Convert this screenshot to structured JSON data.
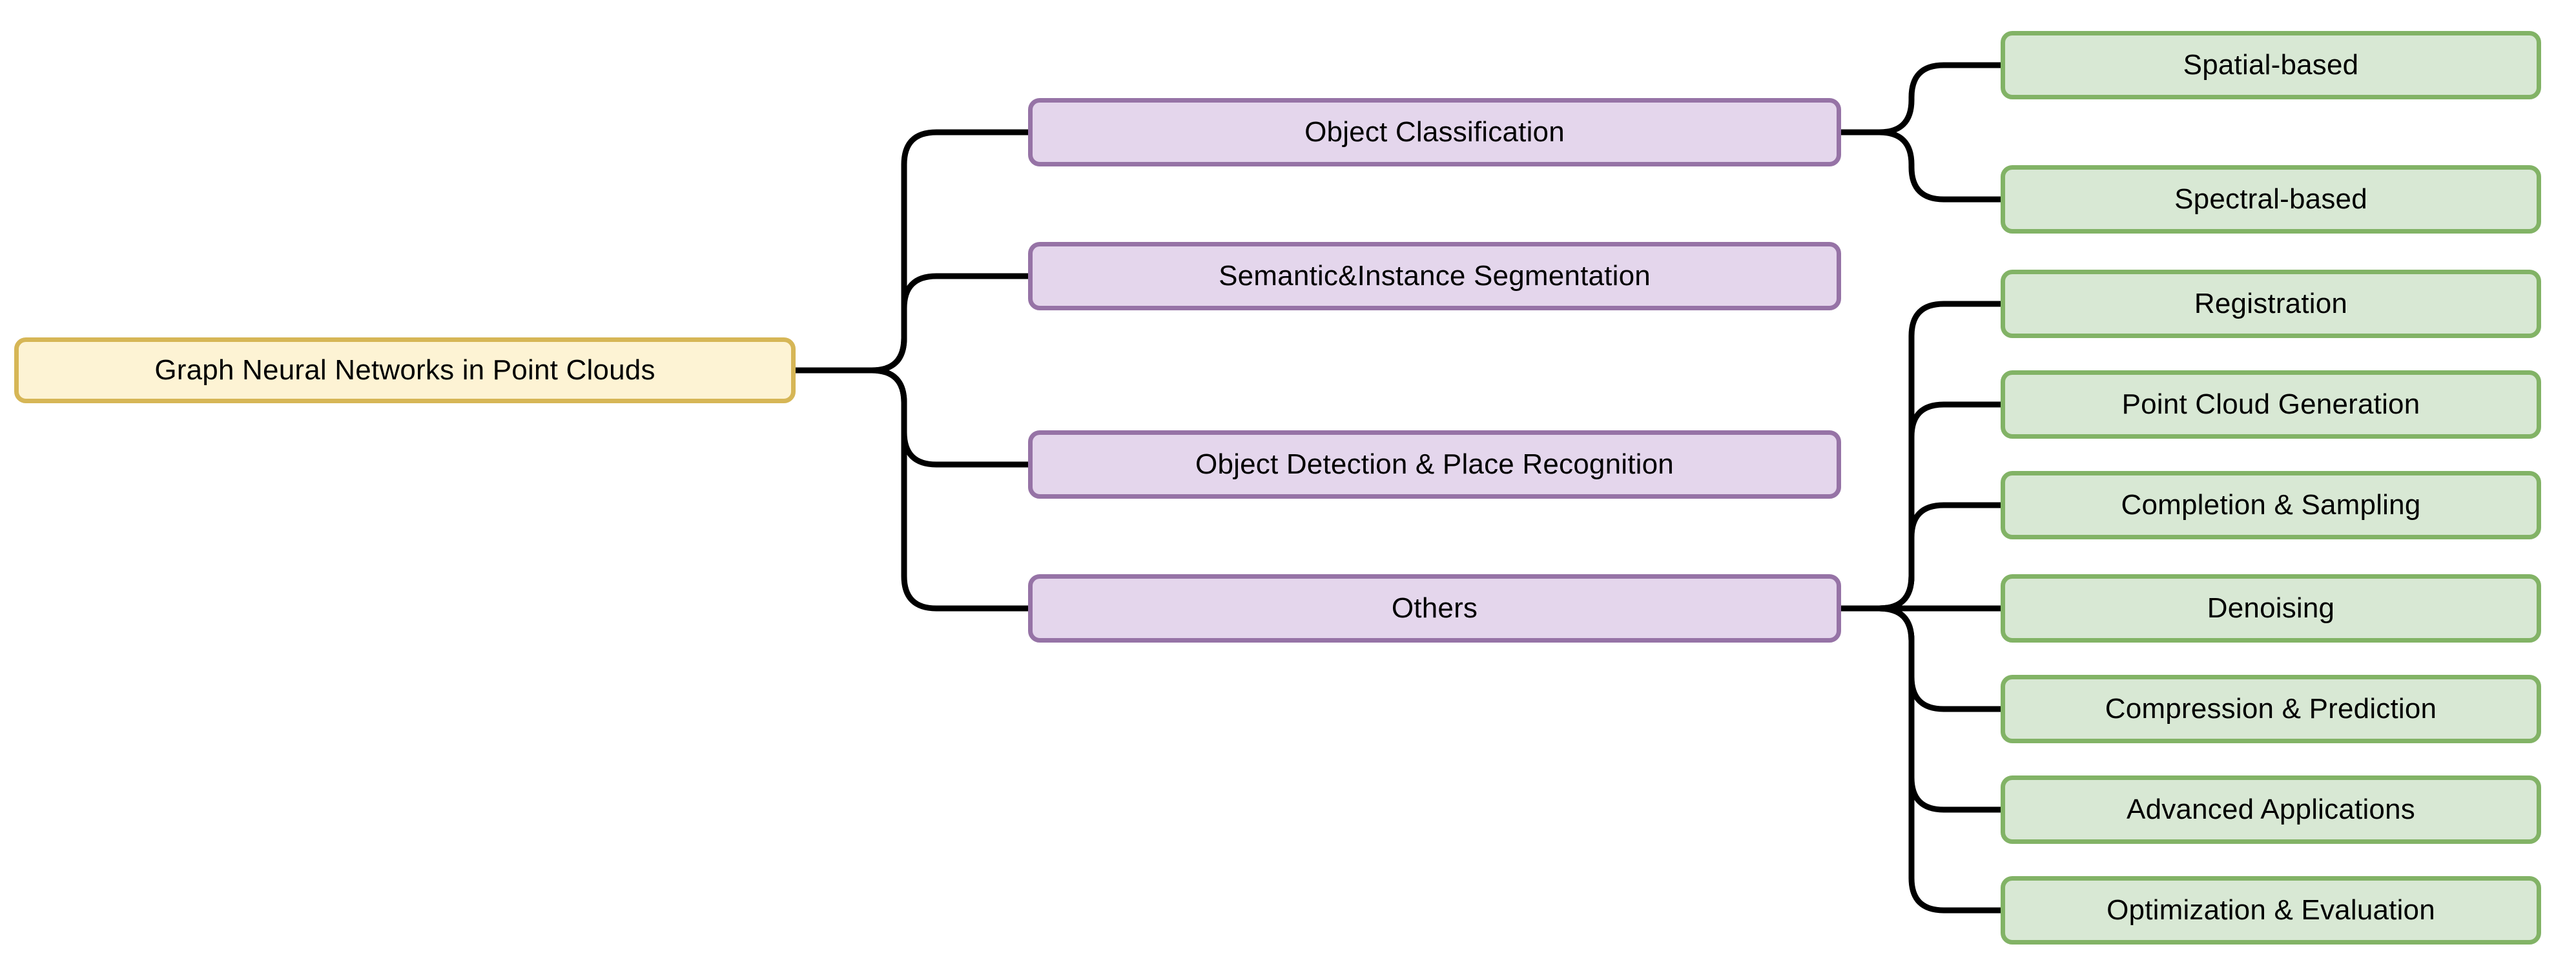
{
  "diagram": {
    "title": "Graph Neural Networks in Point Clouds",
    "type": "mind-map",
    "colors": {
      "root_fill": "#fdf3d4",
      "root_stroke": "#d6b656",
      "branch_fill": "#e4d6ec",
      "branch_stroke": "#9673a6",
      "leaf_fill": "#d8e8d4",
      "leaf_stroke": "#82b366",
      "edge_stroke": "#000000",
      "background": "#ffffff"
    },
    "root": {
      "label": "Graph Neural Networks in Point Clouds"
    },
    "branches": [
      {
        "label": "Object Classification",
        "children": [
          {
            "label": "Spatial-based"
          },
          {
            "label": "Spectral-based"
          }
        ]
      },
      {
        "label": "Semantic&Instance Segmentation",
        "children": []
      },
      {
        "label": "Object Detection & Place Recognition",
        "children": []
      },
      {
        "label": "Others",
        "children": [
          {
            "label": "Registration"
          },
          {
            "label": "Point Cloud Generation"
          },
          {
            "label": "Completion & Sampling"
          },
          {
            "label": "Denoising"
          },
          {
            "label": "Compression & Prediction"
          },
          {
            "label": "Advanced Applications"
          },
          {
            "label": "Optimization & Evaluation"
          }
        ]
      }
    ]
  }
}
